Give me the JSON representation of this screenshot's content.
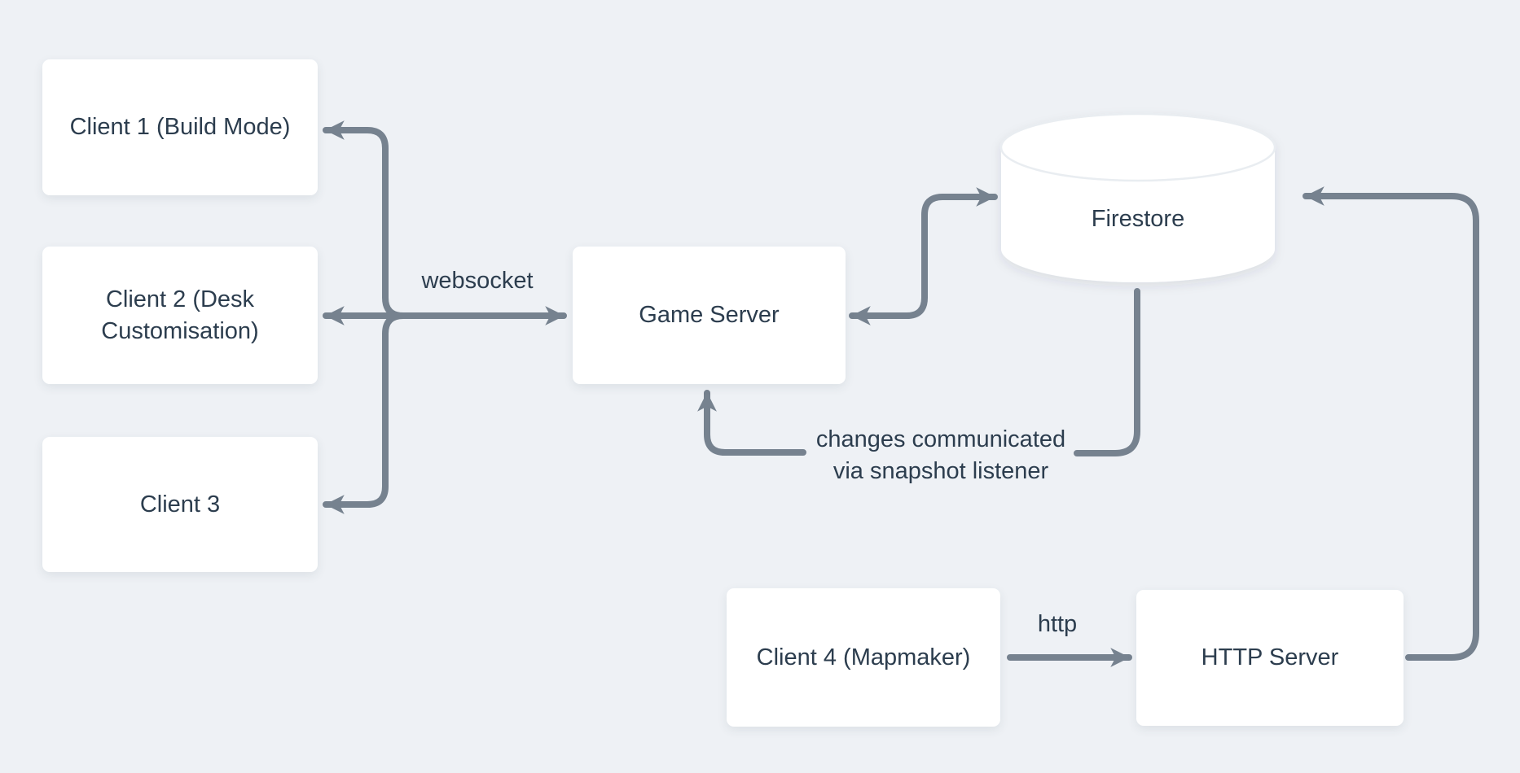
{
  "colors": {
    "background": "#eef1f5",
    "node_background": "#ffffff",
    "text": "#2c3d4e",
    "arrow": "#76828f"
  },
  "nodes": {
    "client1": {
      "label": "Client 1 (Build Mode)"
    },
    "client2": {
      "label": "Client 2 (Desk Customisation)"
    },
    "client3": {
      "label": "Client 3"
    },
    "game_server": {
      "label": "Game Server"
    },
    "firestore": {
      "label": "Firestore"
    },
    "client4": {
      "label": "Client 4 (Mapmaker)"
    },
    "http_server": {
      "label": "HTTP Server"
    }
  },
  "edge_labels": {
    "websocket": "websocket",
    "http": "http",
    "snapshot_line1": "changes communicated",
    "snapshot_line2": "via snapshot listener"
  }
}
